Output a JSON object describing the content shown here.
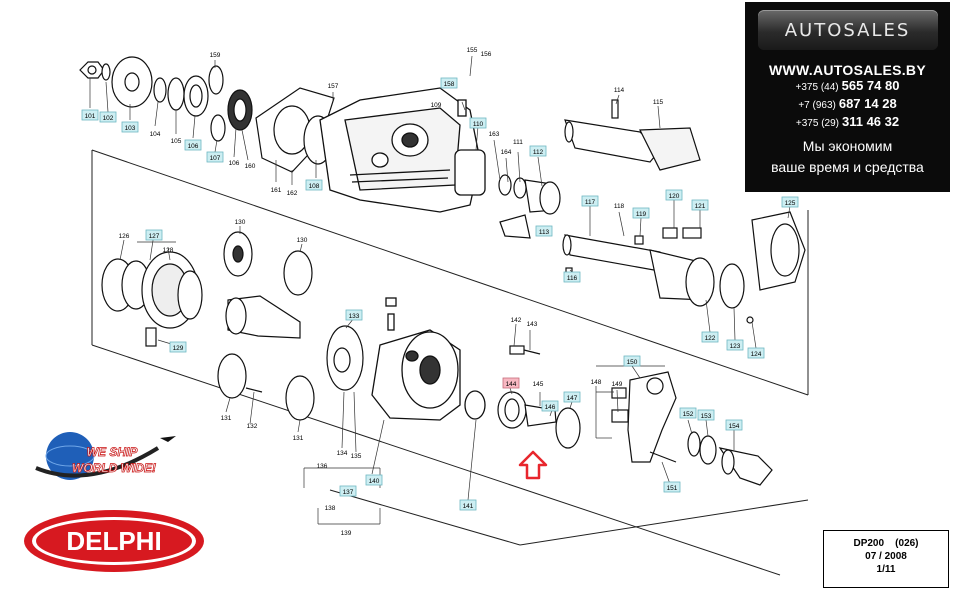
{
  "promo": {
    "brand": "AUTOSALES",
    "website": "WWW.AUTOSALES.BY",
    "phones": [
      {
        "prefix": "+375 (44)",
        "number": "565 74 80"
      },
      {
        "prefix": "+7 (963)",
        "number": "687 14 28"
      },
      {
        "prefix": "+375 (29)",
        "number": "311 46 32"
      }
    ],
    "slogan_line1": "Мы экономим",
    "slogan_line2": "ваше время и средства"
  },
  "badges": {
    "ship_line1": "WE SHIP",
    "ship_line2": "WORLD WIDE!",
    "maker_logo": "DELPHI"
  },
  "info": {
    "model": "DP200",
    "variant": "(026)",
    "date": "07 / 2008",
    "sheet": "1/11"
  },
  "colors": {
    "callout_fill": "#cdeef2",
    "callout_stroke": "#6fb7c2",
    "highlight_fill": "#f7b8c2",
    "arrow": "#e8262d",
    "delphi_red": "#d71920"
  },
  "callouts": {
    "c101": "101",
    "c102": "102",
    "c103": "103",
    "c104": "104",
    "c105": "105",
    "c106": "106",
    "c107": "107",
    "c108": "108",
    "c109": "109",
    "c110": "110",
    "c111": "111",
    "c112": "112",
    "c113": "113",
    "c114": "114",
    "c115": "115",
    "c116": "116",
    "c117": "117",
    "c118": "118",
    "c119": "119",
    "c120": "120",
    "c121": "121",
    "c122": "122",
    "c123": "123",
    "c124": "124",
    "c125": "125",
    "c126": "126",
    "c127": "127",
    "c128": "128",
    "c129": "129",
    "c130": "130",
    "c131": "131",
    "c132": "132",
    "c133": "133",
    "c134": "134",
    "c135": "135",
    "c136": "136",
    "c137": "137",
    "c138": "138",
    "c139": "139",
    "c140": "140",
    "c141": "141",
    "c142": "142",
    "c143": "143",
    "c144": "144",
    "c145": "145",
    "c146": "146",
    "c147": "147",
    "c148": "148",
    "c149": "149",
    "c150": "150",
    "c151": "151",
    "c152": "152",
    "c153": "153",
    "c154": "154",
    "c155": "155",
    "c156": "156",
    "c157": "157",
    "c158": "158",
    "c159": "159",
    "c160": "160",
    "c161": "161",
    "c162": "162",
    "c163": "163",
    "c164": "164"
  }
}
